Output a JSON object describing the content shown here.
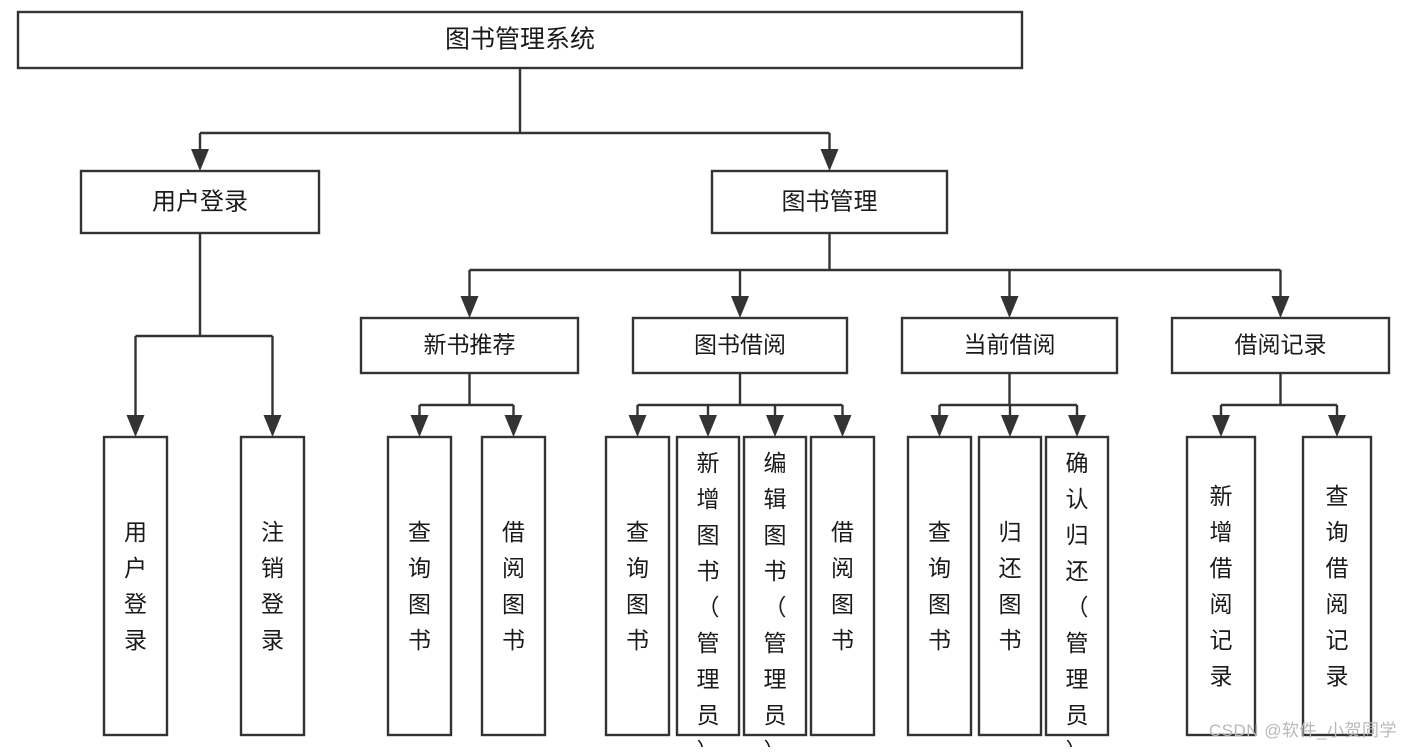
{
  "diagram": {
    "title": "图书管理系统",
    "type": "tree",
    "watermark": "CSDN @软件_小贺同学",
    "root": {
      "id": "root",
      "label": "图书管理系统",
      "level": 1
    },
    "level2": [
      {
        "id": "user-login",
        "label": "用户登录"
      },
      {
        "id": "book-management",
        "label": "图书管理"
      }
    ],
    "level3": [
      {
        "id": "new-book-recommend",
        "label": "新书推荐",
        "parent": "book-management"
      },
      {
        "id": "book-borrow",
        "label": "图书借阅",
        "parent": "book-management"
      },
      {
        "id": "current-borrow",
        "label": "当前借阅",
        "parent": "book-management"
      },
      {
        "id": "borrow-record",
        "label": "借阅记录",
        "parent": "book-management"
      }
    ],
    "leaves": {
      "user-login": [
        {
          "id": "leaf-user-login",
          "label": "用户登录"
        },
        {
          "id": "leaf-logout-login",
          "label": "注销登录"
        }
      ],
      "new-book-recommend": [
        {
          "id": "leaf-query-book-1",
          "label": "查询图书"
        },
        {
          "id": "leaf-borrow-book-1",
          "label": "借阅图书"
        }
      ],
      "book-borrow": [
        {
          "id": "leaf-query-book-2",
          "label": "查询图书"
        },
        {
          "id": "leaf-add-book",
          "label": "新增图书（管理员）"
        },
        {
          "id": "leaf-edit-book",
          "label": "编辑图书（管理员）"
        },
        {
          "id": "leaf-borrow-book-2",
          "label": "借阅图书"
        }
      ],
      "current-borrow": [
        {
          "id": "leaf-query-book-3",
          "label": "查询图书"
        },
        {
          "id": "leaf-return-book",
          "label": "归还图书"
        },
        {
          "id": "leaf-confirm-return",
          "label": "确认归还（管理员）"
        }
      ],
      "borrow-record": [
        {
          "id": "leaf-add-record",
          "label": "新增借阅记录"
        },
        {
          "id": "leaf-query-record",
          "label": "查询借阅记录"
        }
      ]
    },
    "colors": {
      "box_fill": "#ffffff",
      "box_stroke": "#333333",
      "text": "#1a1a1a",
      "watermark": "#b9b9b9",
      "background": "#ffffff"
    }
  }
}
